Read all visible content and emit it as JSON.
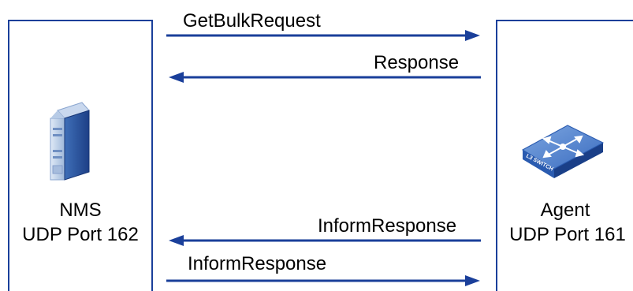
{
  "colors": {
    "line": "#1a3f9a",
    "text": "#000000",
    "background": "#ffffff"
  },
  "nms": {
    "title": "NMS",
    "port": "UDP Port 162",
    "icon": "server-icon"
  },
  "agent": {
    "title": "Agent",
    "port": "UDP Port 161",
    "icon": "l3-switch-icon",
    "icon_text": "L3 SWITCH"
  },
  "messages": [
    {
      "label": "GetBulkRequest",
      "direction": "nms-to-agent"
    },
    {
      "label": "Response",
      "direction": "agent-to-nms"
    },
    {
      "label": "InformResponse",
      "direction": "agent-to-nms"
    },
    {
      "label": "InformResponse",
      "direction": "nms-to-agent"
    }
  ]
}
